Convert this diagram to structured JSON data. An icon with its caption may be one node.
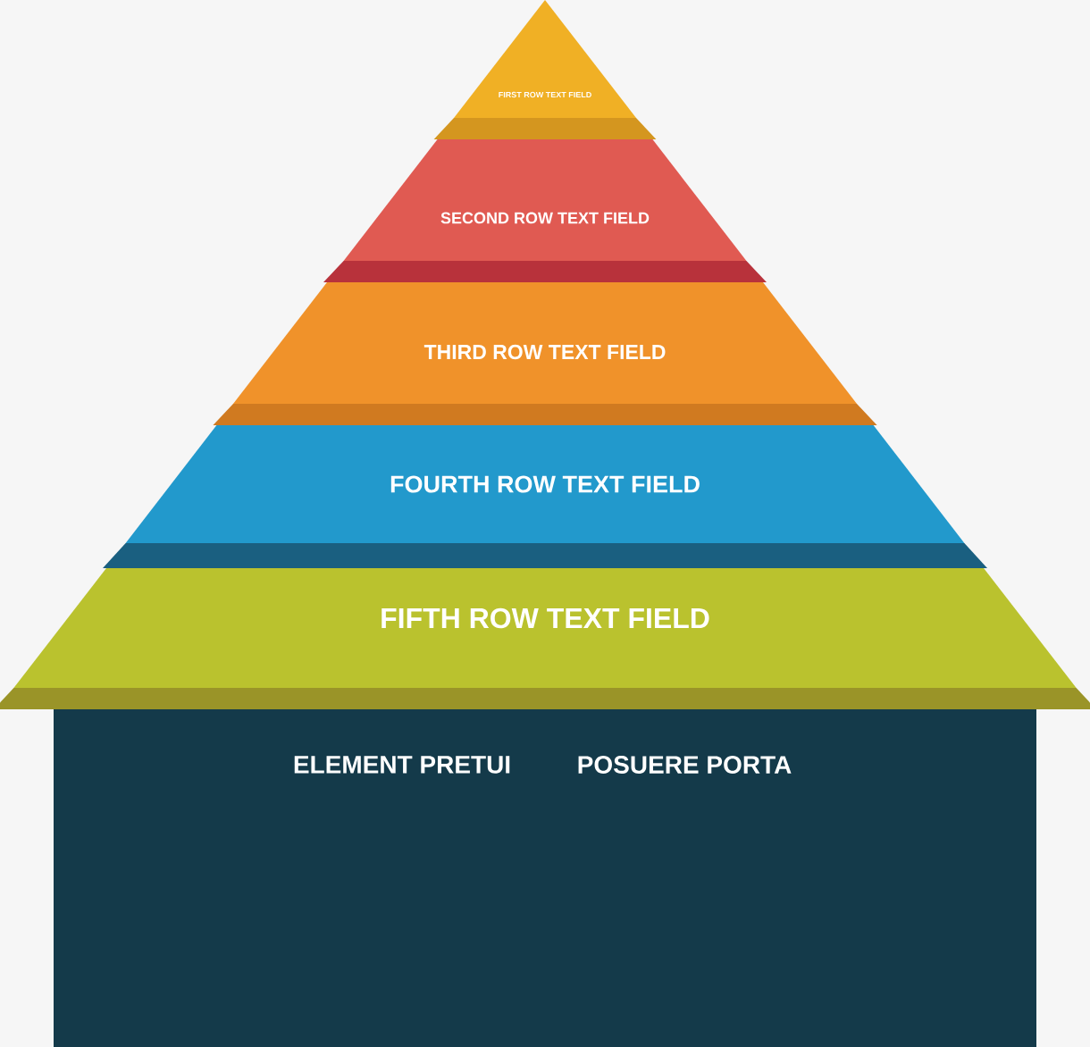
{
  "diagram": {
    "nodes": [
      {
        "text": [
          "FIRST ROW TEXT FIELD"
        ]
      },
      {
        "text": [
          "SECOND ROW TEXT FIELD"
        ]
      },
      {
        "text": [
          "THIRD ROW TEXT FIELD"
        ]
      },
      {
        "text": [
          "FOURTH ROW TEXT FIELD"
        ]
      },
      {
        "text": [
          "FIFTH ROW TEXT FIELD"
        ]
      },
      {
        "text": [
          "ELEMENT PRETUI",
          "POSUERE PORTA"
        ]
      }
    ]
  }
}
